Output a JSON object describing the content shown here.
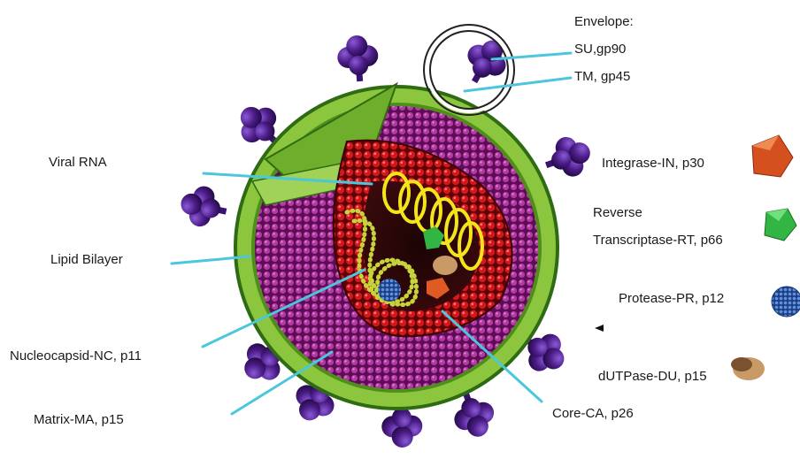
{
  "labels": {
    "envelope": "Envelope:",
    "su": "SU,gp90",
    "tm": "TM, gp45",
    "viral_rna": "Viral RNA",
    "integrase": "Integrase-IN, p30",
    "reverse": "Reverse",
    "transcriptase": "Transcriptase-RT, p66",
    "lipid_bilayer": "Lipid Bilayer",
    "protease": "Protease-PR, p12",
    "nucleocapsid": "Nucleocapsid-NC, p11",
    "dutpase": "dUTPase-DU, p15",
    "matrix": "Matrix-MA, p15",
    "core": "Core-CA, p26"
  },
  "colors": {
    "envelope_green": "#8cc63f",
    "envelope_dark": "#2e6b12",
    "matrix_purple": "#a0308f",
    "capsid_red": "#d0141a",
    "glyco_purple": "#4b1c86",
    "rna_yellow": "#f3e51a",
    "pointer_cyan": "#4cc6dc",
    "integrase_orange": "#d4501e",
    "rt_green": "#33b544",
    "protease_blue": "#2d5eae",
    "dutpase_tan": "#c99a66"
  },
  "icons": [
    "integrase-icon",
    "reverse-transcriptase-icon",
    "protease-icon",
    "dutpase-icon"
  ]
}
